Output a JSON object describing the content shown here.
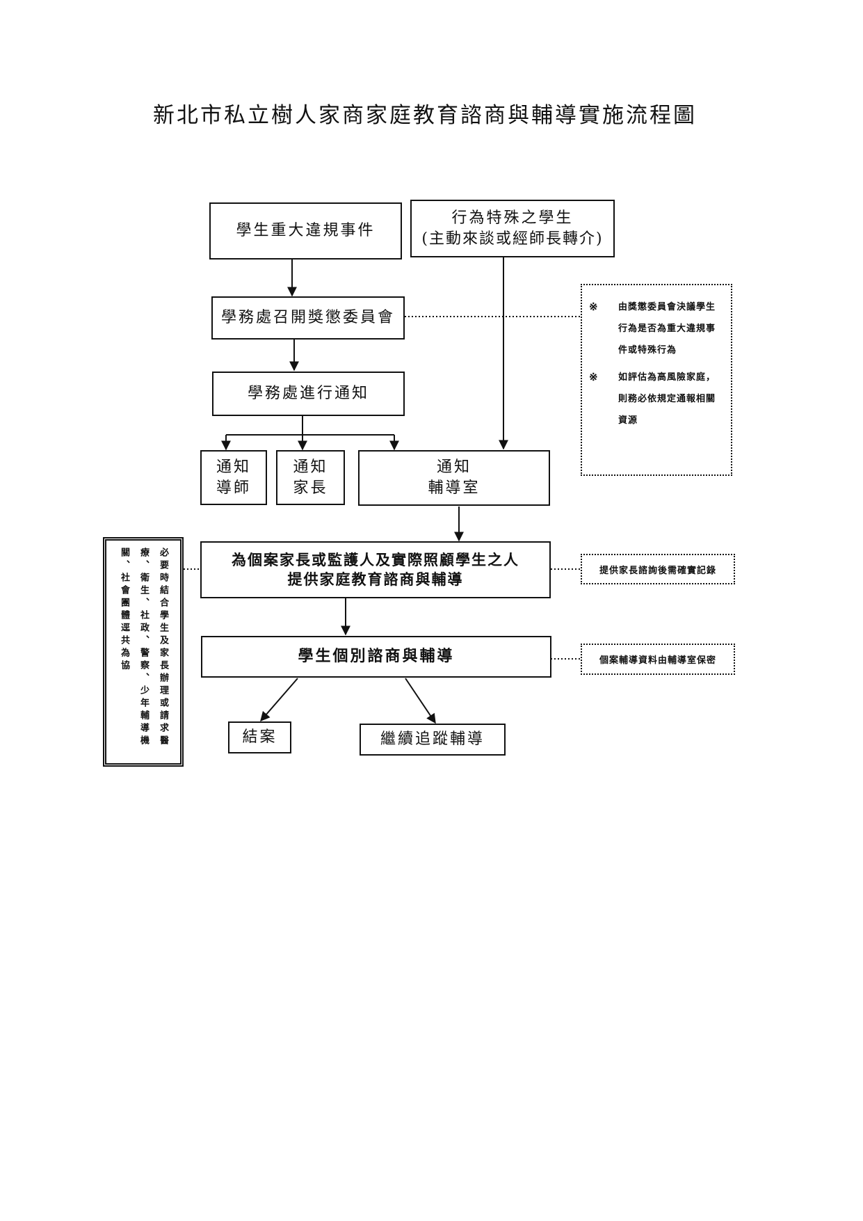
{
  "title": "新北市私立樹人家商家庭教育諮商與輔導實施流程圖",
  "nodes": {
    "violation": "學生重大違規事件",
    "special_line1": "行為特殊之學生",
    "special_line2": "(主動來談或經師長轉介)",
    "committee": "學務處召開獎懲委員會",
    "notify": "學務處進行通知",
    "notify_teacher_line1": "通知",
    "notify_teacher_line2": "導師",
    "notify_parent_line1": "通知",
    "notify_parent_line2": "家長",
    "notify_counsel_line1": "通知",
    "notify_counsel_line2": "輔導室",
    "family_line1": "為個案家長或監護人及實際照顧學生之人",
    "family_line2": "提供家庭教育諮商與輔導",
    "individual": "學生個別諮商與輔導",
    "close": "結案",
    "followup": "繼續追蹤輔導"
  },
  "notes": {
    "committee_note": {
      "mark": "※",
      "item1": "由獎懲委員會決議學生行為是否為重大違規事件或特殊行為",
      "item2": "如評估為高風險家庭，則務必依規定通報相關資源"
    },
    "family_note": "提供家長諮詢後需確實記錄",
    "individual_note": "個案輔導資料由輔導室保密",
    "side_note": "必要時結合學生及家長辦理或請求醫療、衛生、社政、警察、少年輔導機關、社會團體逕共為協"
  }
}
